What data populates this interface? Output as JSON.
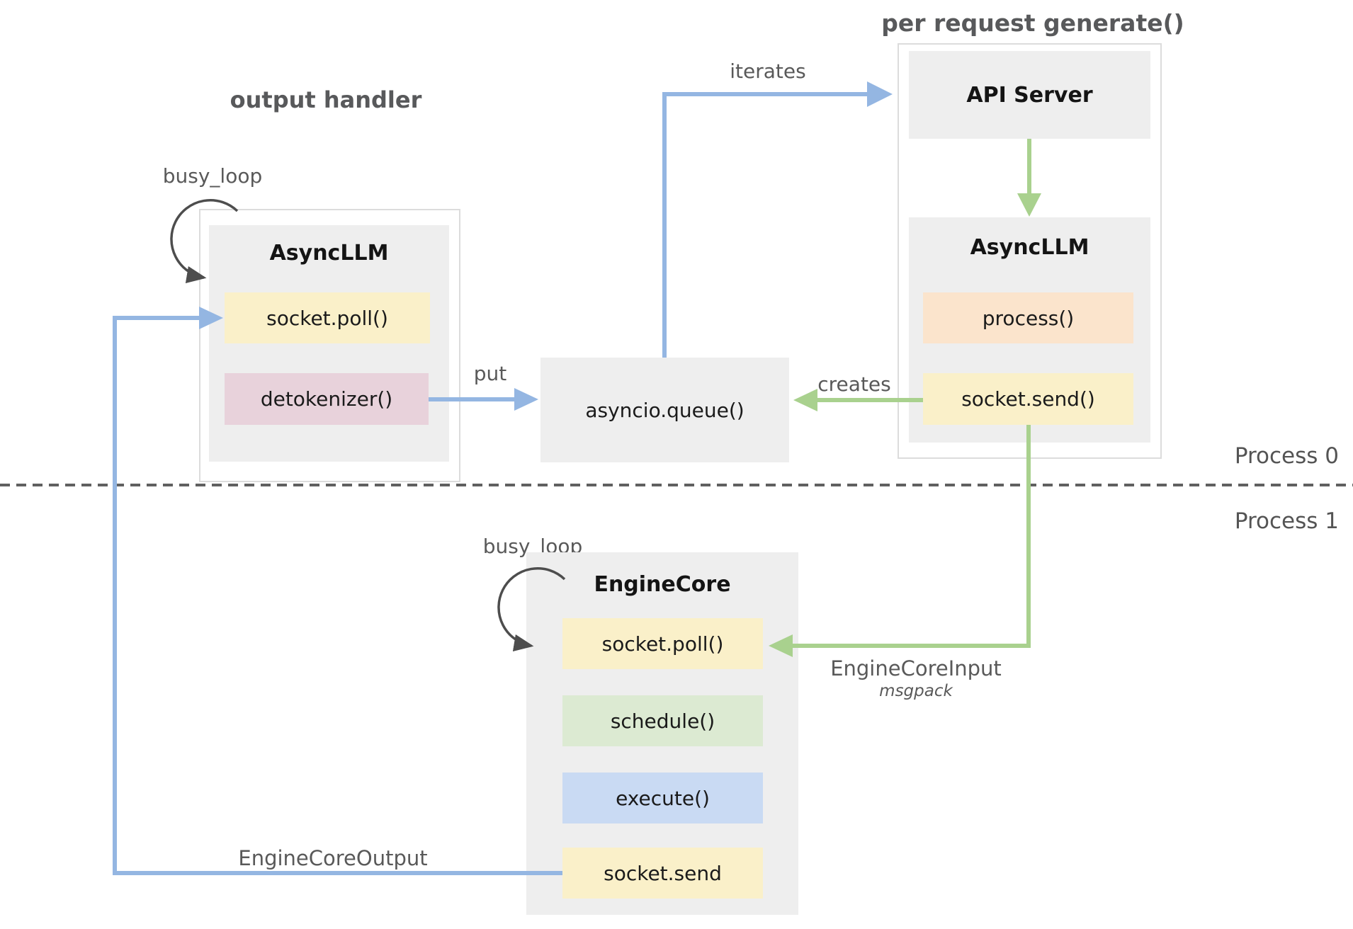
{
  "header": {
    "left_title": "output handler",
    "right_title": "per request generate()"
  },
  "process_labels": {
    "top": "Process 0",
    "bottom": "Process 1"
  },
  "nodes": {
    "async_llm_left": {
      "title": "AsyncLLM",
      "rows": [
        "socket.poll()",
        "detokenizer()"
      ]
    },
    "api_server": {
      "title": "API Server"
    },
    "async_llm_right": {
      "title": "AsyncLLM",
      "rows": [
        "process()",
        "socket.send()"
      ]
    },
    "queue": {
      "label": "asyncio.queue()"
    },
    "engine_core": {
      "title": "EngineCore",
      "rows": [
        "socket.poll()",
        "schedule()",
        "execute()",
        "socket.send"
      ]
    }
  },
  "edges": {
    "busy_loop_left": "busy_loop",
    "busy_loop_engine": "busy_loop",
    "iterates": "iterates",
    "put": "put",
    "creates": "creates",
    "engine_core_input": "EngineCoreInput",
    "engine_core_input_format": "msgpack",
    "engine_core_output": "EngineCoreOutput"
  },
  "colors": {
    "row_yellow": "#faf0c9",
    "row_pink": "#e8d2db",
    "row_orange": "#fbe4cc",
    "row_green": "#dcead2",
    "row_blue": "#c9daf3",
    "node_bg": "#eeeeee",
    "node_border": "#dcdcdc",
    "arrow_blue": "#94b6e2",
    "arrow_green": "#a9d18e",
    "arc_gray": "#4d4d4d",
    "label_gray": "#595959",
    "divider_gray": "#606060"
  }
}
